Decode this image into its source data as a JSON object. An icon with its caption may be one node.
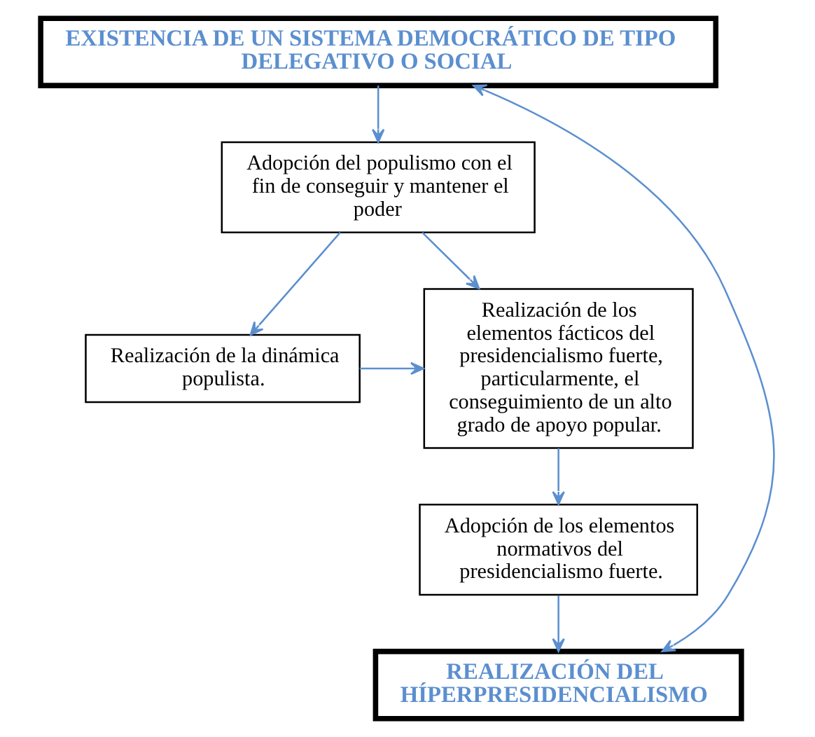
{
  "diagram": {
    "nodes": [
      {
        "text": [
          "EXISTENCIA DE UN SISTEMA DEMOCRÁTICO DE TIPO DELEGATIVO O SOCIAL"
        ]
      },
      {
        "text": [
          "Adopción del populismo con el fin de conseguir y mantener el poder"
        ]
      },
      {
        "text": [
          "Realización de la dinámica populista."
        ]
      },
      {
        "text": [
          "Realización de los elementos fácticos del presidencialismo fuerte, particularmente, el conseguimiento de un alto grado de apoyo popular."
        ]
      },
      {
        "text": [
          "Adopción de los elementos normativos del presidencialismo fuerte."
        ]
      },
      {
        "text": [
          "REALIZACIÓN DEL HÍPERPRESIDENCIALISMO"
        ]
      }
    ],
    "edges": [
      {
        "from": 0,
        "to": 1,
        "arrow": "to"
      },
      {
        "from": 1,
        "to": 2,
        "arrow": "to"
      },
      {
        "from": 1,
        "to": 3,
        "arrow": "to"
      },
      {
        "from": 2,
        "to": 3,
        "arrow": "to"
      },
      {
        "from": 3,
        "to": 4,
        "arrow": "to"
      },
      {
        "from": 4,
        "to": 5,
        "arrow": "to"
      },
      {
        "from": 0,
        "to": 5,
        "arrow": "both"
      }
    ]
  }
}
